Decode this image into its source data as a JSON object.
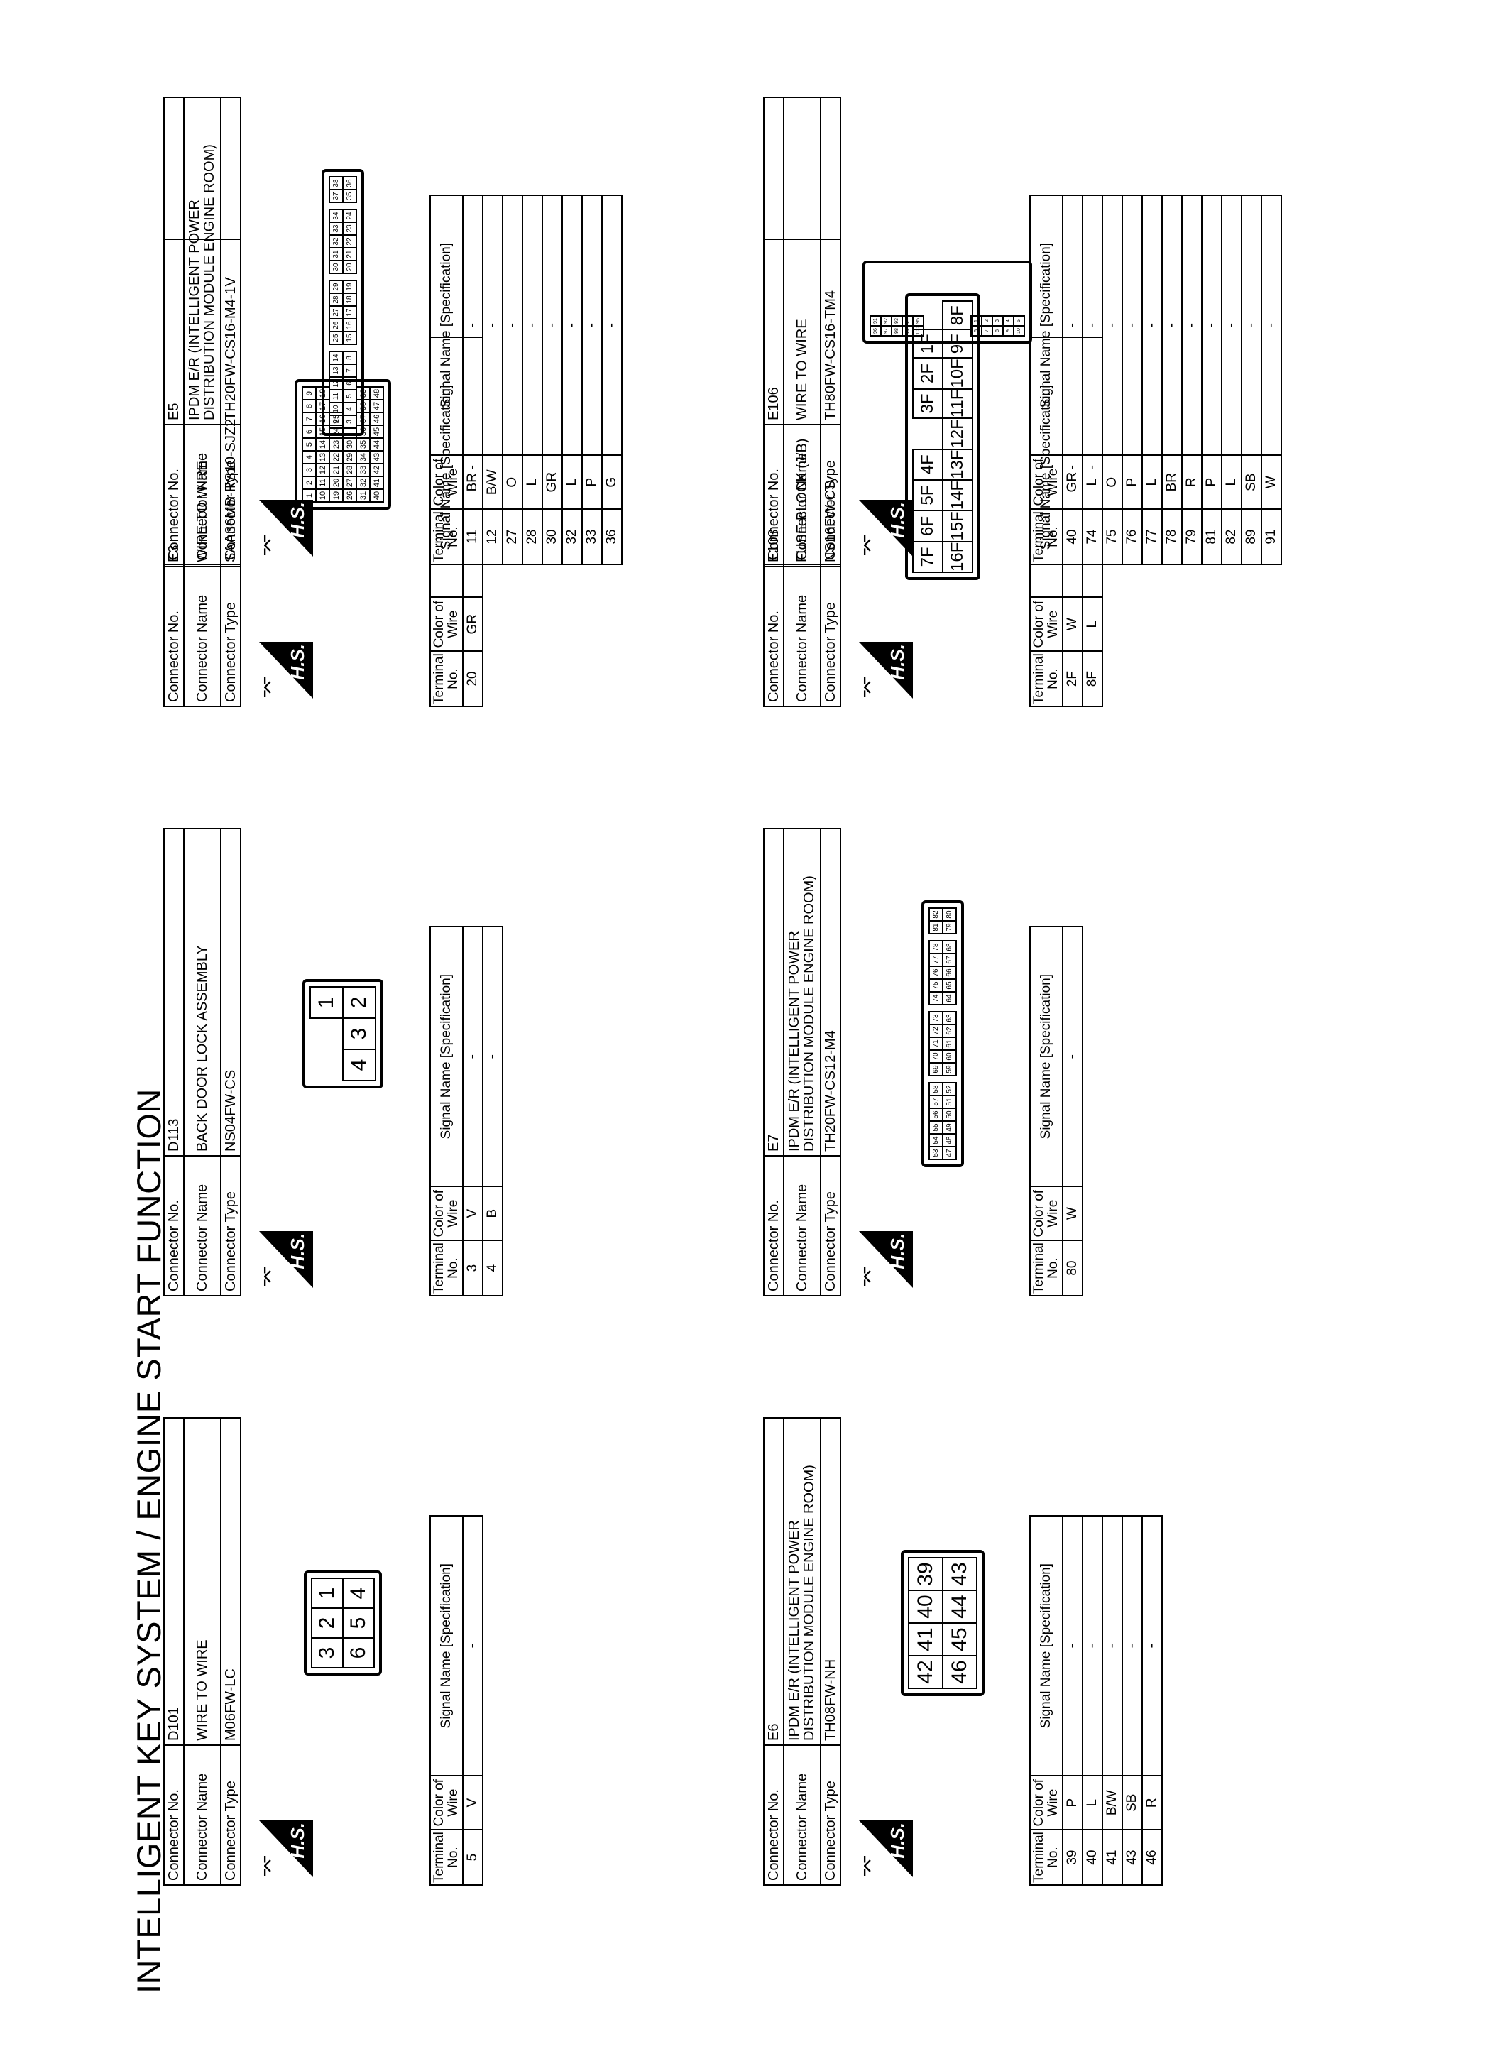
{
  "page_title": "INTELLIGENT KEY SYSTEM / ENGINE START FUNCTION",
  "labels": {
    "connector_no": "Connector No.",
    "connector_name": "Connector Name",
    "connector_type": "Connector Type",
    "terminal_no": "Terminal No.",
    "color_of_wire": "Color of Wire",
    "signal_name": "Signal Name [Specification]",
    "hs_badge": "H.S."
  },
  "connectors": [
    {
      "no": "D101",
      "name": "WIRE TO WIRE",
      "type": "M06FW-LC",
      "pins": [
        [
          "3",
          "2",
          "1"
        ],
        [
          "6",
          "5",
          "4"
        ]
      ],
      "terminals": [
        {
          "no": "5",
          "color": "V",
          "signal": "-"
        }
      ]
    },
    {
      "no": "E6",
      "name": "IPDM E/R (INTELLIGENT POWER DISTRIBUTION MODULE ENGINE ROOM)",
      "type": "TH08FW-NH",
      "pins": [
        [
          "42",
          "41",
          "40",
          "39"
        ],
        [
          "46",
          "45",
          "44",
          "43"
        ]
      ],
      "terminals": [
        {
          "no": "39",
          "color": "P",
          "signal": "-"
        },
        {
          "no": "40",
          "color": "L",
          "signal": "-"
        },
        {
          "no": "41",
          "color": "B/W",
          "signal": "-"
        },
        {
          "no": "43",
          "color": "SB",
          "signal": "-"
        },
        {
          "no": "46",
          "color": "R",
          "signal": "-"
        }
      ]
    },
    {
      "no": "D113",
      "name": "BACK DOOR LOCK ASSEMBLY",
      "type": "NS04FW-CS",
      "pins": [
        [
          "",
          "",
          "1"
        ],
        [
          "4",
          "3",
          "2"
        ]
      ],
      "terminals": [
        {
          "no": "3",
          "color": "V",
          "signal": "-"
        },
        {
          "no": "4",
          "color": "B",
          "signal": "-"
        }
      ]
    },
    {
      "no": "E7",
      "name": "IPDM E/R (INTELLIGENT POWER DISTRIBUTION MODULE ENGINE ROOM)",
      "type": "TH20FW-CS12-M4",
      "pins": [
        [
          "53",
          "54",
          "55",
          "56",
          "57",
          "58",
          "",
          "69",
          "70",
          "71",
          "72",
          "73",
          "",
          "74",
          "75",
          "76",
          "77",
          "78",
          "",
          "81",
          "82"
        ],
        [
          "47",
          "48",
          "49",
          "50",
          "51",
          "52",
          "",
          "59",
          "60",
          "61",
          "62",
          "63",
          "",
          "64",
          "65",
          "66",
          "67",
          "68",
          "",
          "79",
          "80"
        ]
      ],
      "terminals": [
        {
          "no": "80",
          "color": "W",
          "signal": "-"
        }
      ]
    },
    {
      "no": "E3",
      "name": "WIRE TO WIRE",
      "type": "SAA36MB-RS10-SJZ2",
      "pins": [
        [
          "1",
          "2",
          "3",
          "4",
          "5",
          "6",
          "7",
          "8",
          "9"
        ],
        [
          "10",
          "11",
          "12",
          "13",
          "14",
          "15",
          "16",
          "17",
          "18"
        ],
        [
          "19",
          "20",
          "21",
          "22",
          "23",
          "24",
          "25"
        ],
        [
          "26",
          "27",
          "28",
          "29",
          "30"
        ],
        [
          "31",
          "32",
          "33",
          "34",
          "35",
          "36",
          "37",
          "38",
          "39"
        ],
        [
          "40",
          "41",
          "42",
          "43",
          "44",
          "45",
          "46",
          "47",
          "48"
        ]
      ],
      "terminals": [
        {
          "no": "20",
          "color": "GR",
          "signal": "-"
        }
      ]
    },
    {
      "no": "E103",
      "name": "FUSE BLOCK (J/B)",
      "type": "NS16FW-CS",
      "pins": [
        [
          "7F",
          "6F",
          "5F",
          "4F",
          "",
          "3F",
          "2F",
          "1F"
        ],
        [
          "16F",
          "15F",
          "14F",
          "13F",
          "12F",
          "11F",
          "10F",
          "9F",
          "8F"
        ]
      ],
      "terminals": [
        {
          "no": "2F",
          "color": "W",
          "signal": "-"
        },
        {
          "no": "8F",
          "color": "L",
          "signal": "-"
        }
      ]
    },
    {
      "no": "E5",
      "name": "IPDM E/R (INTELLIGENT POWER DISTRIBUTION MODULE ENGINE ROOM)",
      "type": "TH20FW-CS16-M4-1V",
      "pins": [
        [
          "9",
          "10",
          "11",
          "12",
          "13",
          "14",
          "",
          "25",
          "26",
          "27",
          "28",
          "29",
          "",
          "30",
          "31",
          "32",
          "33",
          "34",
          "",
          "37",
          "38"
        ],
        [
          "3",
          "4",
          "5",
          "6",
          "7",
          "8",
          "",
          "15",
          "16",
          "17",
          "18",
          "19",
          "",
          "20",
          "21",
          "22",
          "23",
          "24",
          "",
          "35",
          "36"
        ]
      ],
      "terminals": [
        {
          "no": "11",
          "color": "BR",
          "signal": "-"
        },
        {
          "no": "12",
          "color": "B/W",
          "signal": "-"
        },
        {
          "no": "27",
          "color": "O",
          "signal": "-"
        },
        {
          "no": "28",
          "color": "L",
          "signal": "-"
        },
        {
          "no": "30",
          "color": "GR",
          "signal": "-"
        },
        {
          "no": "32",
          "color": "L",
          "signal": "-"
        },
        {
          "no": "33",
          "color": "P",
          "signal": "-"
        },
        {
          "no": "36",
          "color": "G",
          "signal": "-"
        }
      ]
    },
    {
      "no": "E106",
      "name": "WIRE TO WIRE",
      "type": "TH80FW-CS16-TM4",
      "pins": [
        [
          "96",
          "91"
        ],
        [
          "97",
          "92"
        ],
        [
          "98",
          "93"
        ],
        [
          "99",
          "94"
        ],
        [
          "100",
          "95"
        ],
        [
          "",
          "",
          "",
          "",
          "",
          "",
          "",
          "",
          "",
          "",
          "",
          "",
          ""
        ],
        [
          "",
          "",
          "",
          "",
          "",
          "",
          "",
          "",
          "",
          "",
          "",
          "",
          ""
        ],
        [
          "",
          "",
          "",
          "",
          "",
          "",
          "",
          "",
          "",
          "",
          "",
          "",
          ""
        ],
        [
          "",
          "",
          "",
          "",
          "",
          "",
          "",
          "",
          "",
          "",
          "",
          "",
          ""
        ],
        [
          "",
          "",
          "",
          "",
          "",
          "",
          "",
          "",
          "",
          "",
          "",
          "",
          ""
        ],
        [
          "6",
          "1"
        ],
        [
          "7",
          "2"
        ],
        [
          "8",
          "3"
        ],
        [
          "9",
          "4"
        ],
        [
          "10",
          "5"
        ]
      ],
      "terminals": [
        {
          "no": "40",
          "color": "GR",
          "signal": "-"
        },
        {
          "no": "74",
          "color": "L",
          "signal": "-"
        },
        {
          "no": "75",
          "color": "O",
          "signal": "-"
        },
        {
          "no": "76",
          "color": "P",
          "signal": "-"
        },
        {
          "no": "77",
          "color": "L",
          "signal": "-"
        },
        {
          "no": "78",
          "color": "BR",
          "signal": "-"
        },
        {
          "no": "79",
          "color": "R",
          "signal": "-"
        },
        {
          "no": "81",
          "color": "P",
          "signal": "-"
        },
        {
          "no": "82",
          "color": "L",
          "signal": "-"
        },
        {
          "no": "89",
          "color": "SB",
          "signal": "-"
        },
        {
          "no": "91",
          "color": "W",
          "signal": "-"
        }
      ]
    }
  ]
}
